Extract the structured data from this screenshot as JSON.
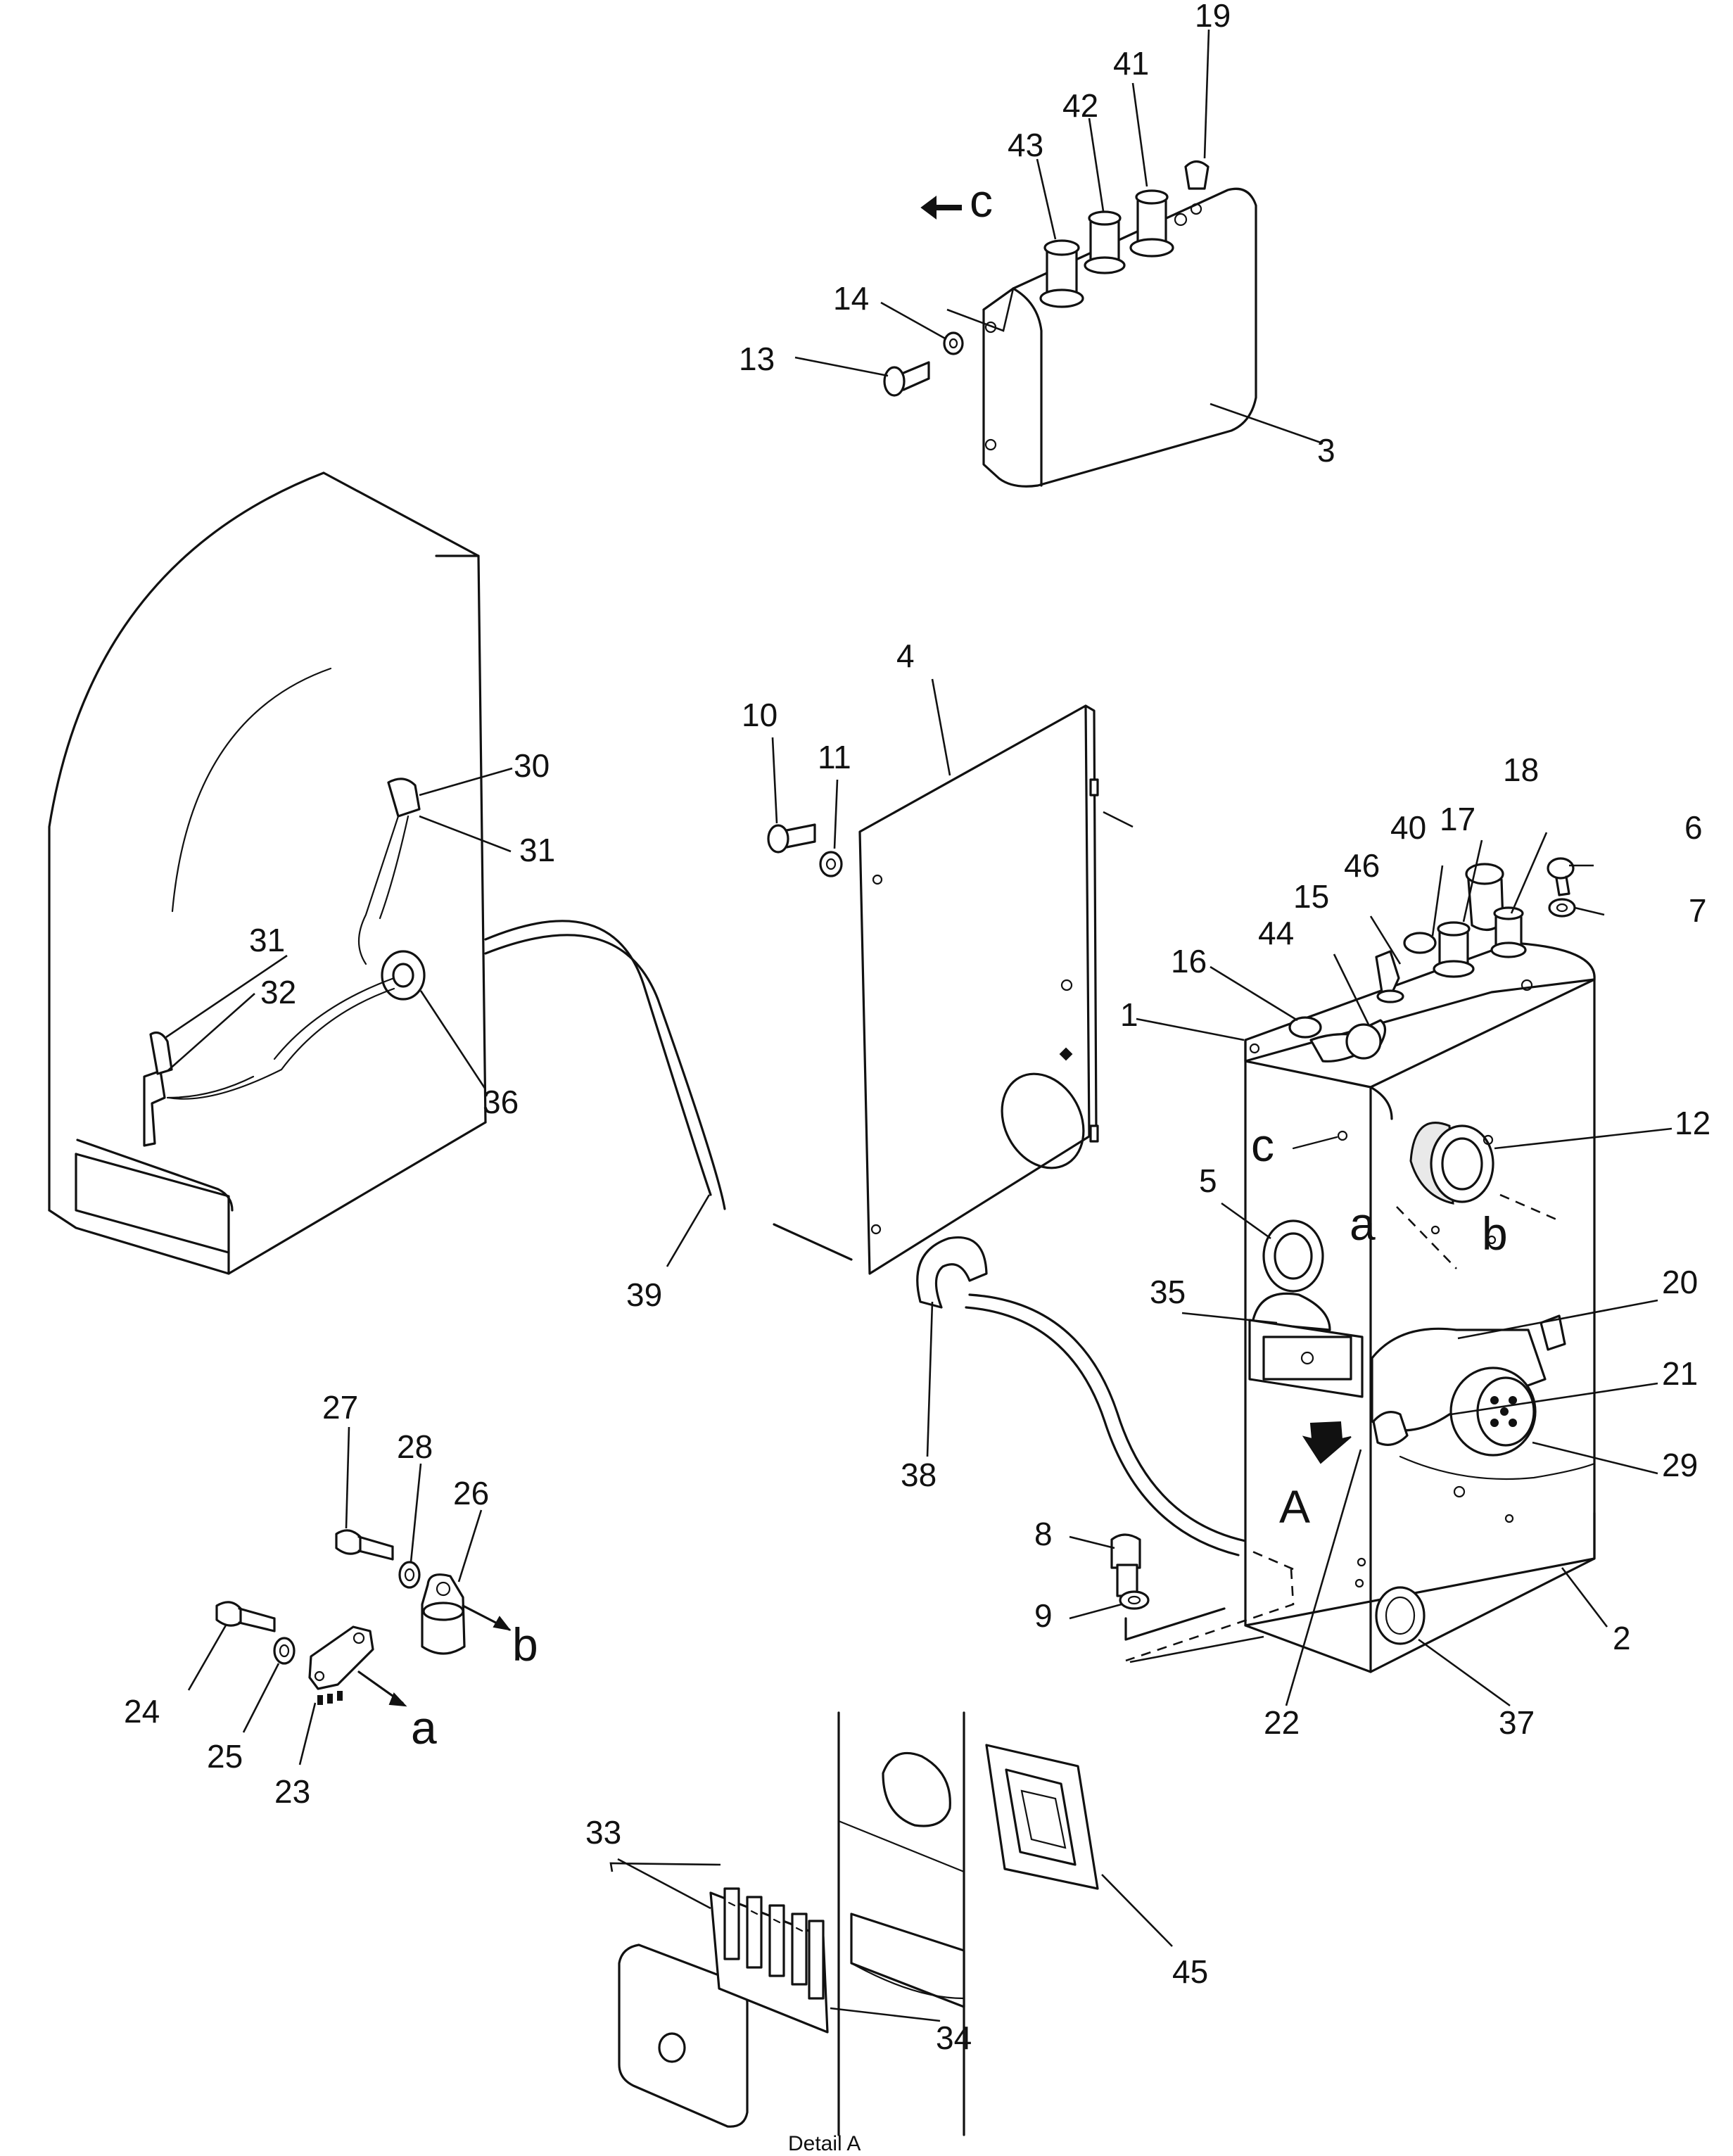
{
  "labels": {
    "p1": "1",
    "p2": "2",
    "p3": "3",
    "p4": "4",
    "p5": "5",
    "p6": "6",
    "p7": "7",
    "p8": "8",
    "p9": "9",
    "p10": "10",
    "p11": "11",
    "p12": "12",
    "p13": "13",
    "p14": "14",
    "p15": "15",
    "p16": "16",
    "p17": "17",
    "p18": "18",
    "p19": "19",
    "p20": "20",
    "p21": "21",
    "p22": "22",
    "p23": "23",
    "p24": "24",
    "p25": "25",
    "p26": "26",
    "p27": "27",
    "p28": "28",
    "p29": "29",
    "p30": "30",
    "p31a": "31",
    "p31b": "31",
    "p32": "32",
    "p33": "33",
    "p34": "34",
    "p35": "35",
    "p36": "36",
    "p37": "37",
    "p38": "38",
    "p39": "39",
    "p40": "40",
    "p41": "41",
    "p42": "42",
    "p43": "43",
    "p44": "44",
    "p45": "45",
    "p46": "46"
  },
  "letters": {
    "c_top": "c",
    "c_box": "c",
    "a_box": "a",
    "b_box": "b",
    "a_part": "a",
    "b_part": "b",
    "view_a": "A"
  },
  "caption": "Detail A"
}
